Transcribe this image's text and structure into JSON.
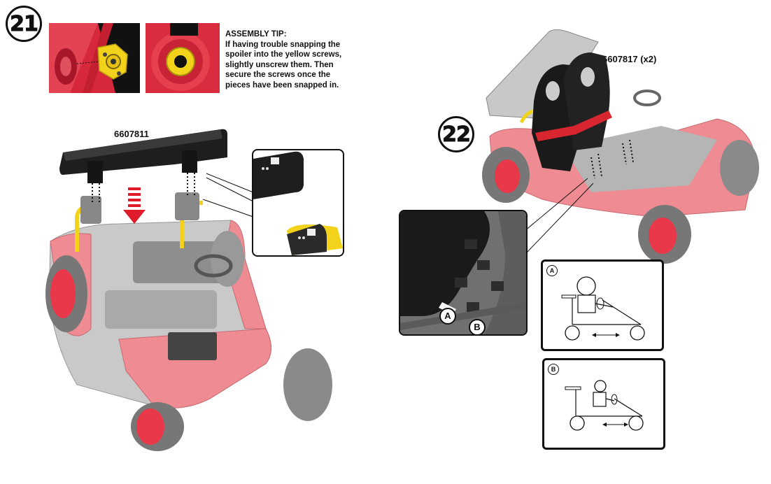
{
  "step21": {
    "number": "21",
    "part_number": "6607811"
  },
  "tip": {
    "title": "ASSEMBLY TIP:",
    "text": "If having trouble snapping the spoiler into the yellow screws, slightly unscrew them. Then secure the screws once the pieces have been snapped in."
  },
  "step22": {
    "number": "22",
    "part_number": "6607817 (x2)"
  },
  "labels": {
    "a": "A",
    "b": "B"
  },
  "colors": {
    "red": "#e8384a",
    "pink": "#ef8b92",
    "yellow": "#f2d21b",
    "black": "#1a1a1a",
    "gray": "#c8c8c8",
    "dark_gray": "#6a6a6a"
  }
}
